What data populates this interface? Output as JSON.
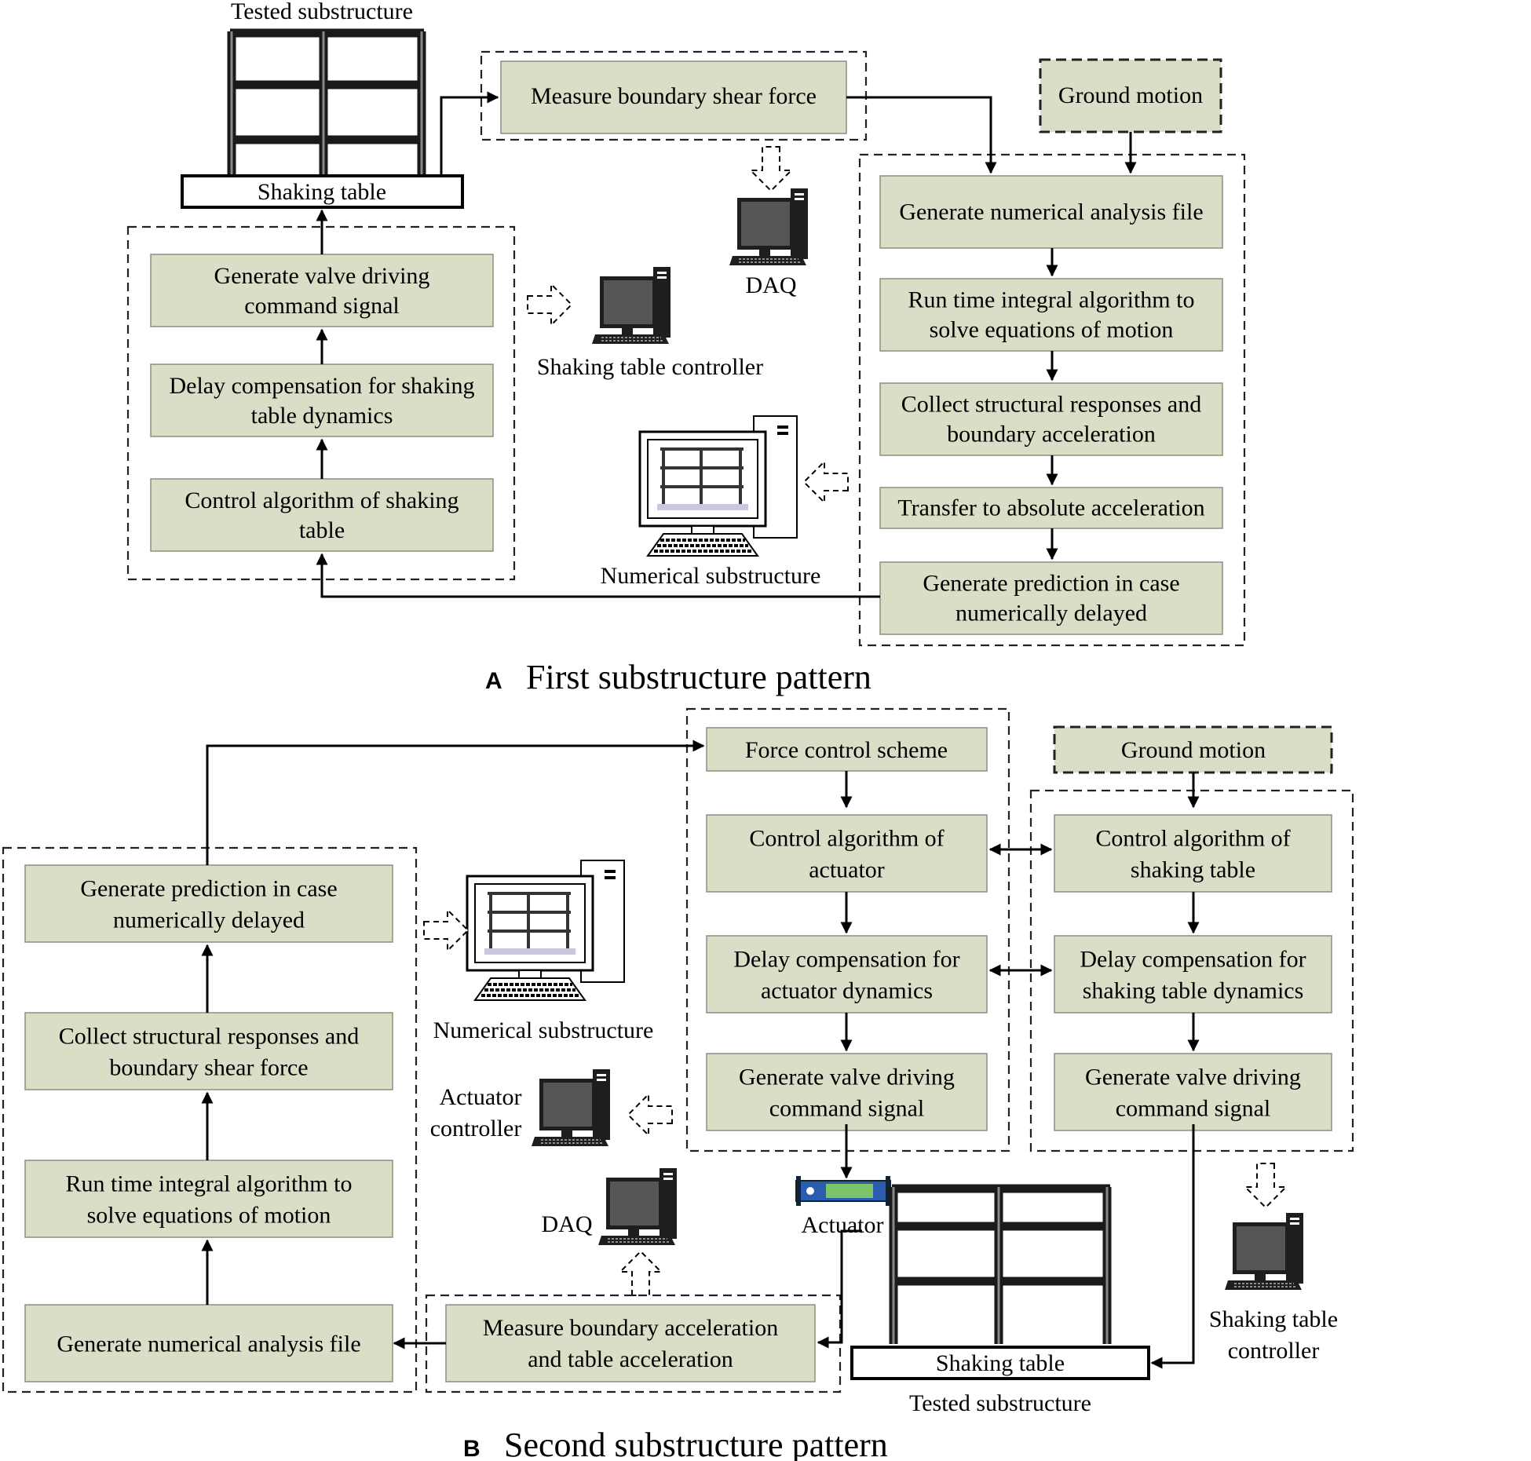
{
  "panel_a": {
    "label": "A",
    "caption": "First substructure pattern",
    "tested_substructure": "Tested substructure",
    "shaking_table": "Shaking table",
    "measure_shear": "Measure boundary shear force",
    "ground_motion": "Ground motion",
    "daq": "DAQ",
    "shaking_table_controller": "Shaking table controller",
    "numerical_substructure": "Numerical substructure",
    "left_steps": [
      [
        "Generate valve driving",
        "command signal"
      ],
      [
        "Delay compensation for shaking",
        "table dynamics"
      ],
      [
        "Control algorithm of shaking",
        "table"
      ]
    ],
    "right_steps": [
      [
        "Generate numerical analysis file"
      ],
      [
        "Run time integral algorithm to",
        "solve equations of motion"
      ],
      [
        "Collect structural responses and",
        "boundary acceleration"
      ],
      [
        "Transfer to absolute acceleration"
      ],
      [
        "Generate prediction in case",
        "numerically delayed"
      ]
    ]
  },
  "panel_b": {
    "label": "B",
    "caption": "Second substructure pattern",
    "left_steps": [
      [
        "Generate prediction in case",
        "numerically delayed"
      ],
      [
        "Collect structural responses and",
        "boundary shear force"
      ],
      [
        "Run time integral algorithm to",
        "solve equations of motion"
      ],
      [
        "Generate numerical analysis file"
      ]
    ],
    "numerical_substructure": "Numerical substructure",
    "actuator_controller": [
      "Actuator",
      "controller"
    ],
    "daq": "DAQ",
    "actuator": "Actuator",
    "measure_accel": [
      "Measure boundary acceleration",
      "and table acceleration"
    ],
    "force_control": "Force control scheme",
    "actuator_steps": [
      [
        "Control algorithm of",
        "actuator"
      ],
      [
        "Delay compensation for",
        "actuator dynamics"
      ],
      [
        "Generate valve driving",
        "command signal"
      ]
    ],
    "ground_motion": "Ground motion",
    "table_steps": [
      [
        "Control algorithm of",
        "shaking table"
      ],
      [
        "Delay compensation for",
        "shaking table dynamics"
      ],
      [
        "Generate valve driving",
        "command signal"
      ]
    ],
    "shaking_table": "Shaking table",
    "tested_substructure": "Tested substructure",
    "shaking_table_controller": [
      "Shaking table",
      "controller"
    ]
  }
}
